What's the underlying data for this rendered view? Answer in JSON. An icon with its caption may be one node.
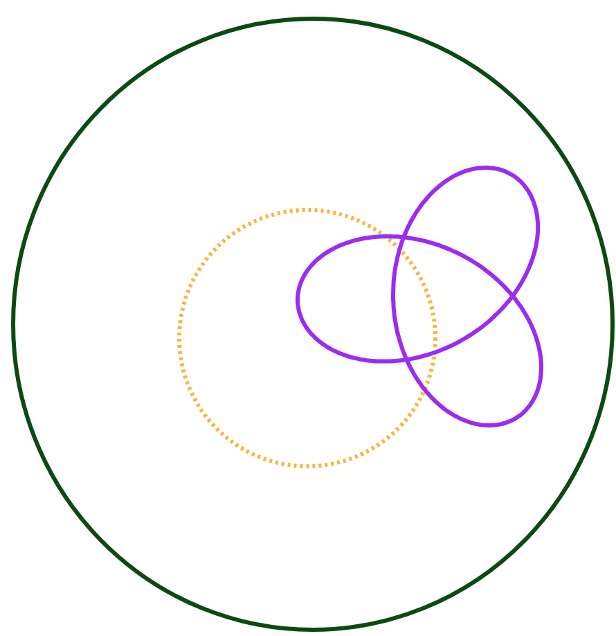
{
  "diagram": {
    "nodes": [
      {
        "text": [],
        "shape": "circle"
      },
      {
        "text": [],
        "shape": "circle",
        "in": 0
      },
      {
        "text": [],
        "shape": "knot",
        "in": 0
      }
    ]
  }
}
